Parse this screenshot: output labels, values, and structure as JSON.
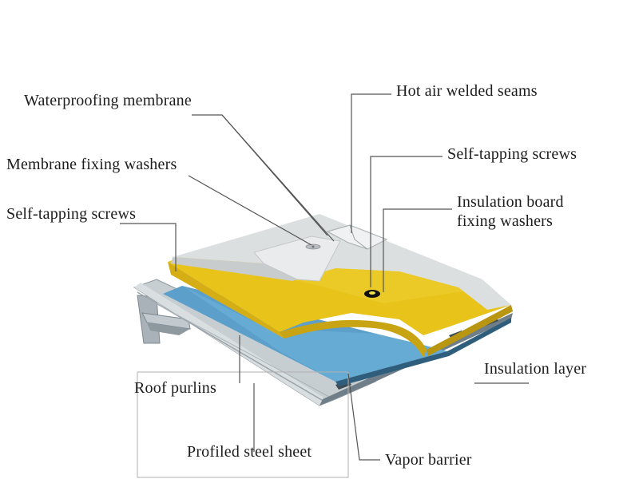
{
  "labels": {
    "waterproofing_membrane": "Waterproofing membrane",
    "membrane_fixing_washers": "Membrane fixing washers",
    "self_tapping_screws_left": "Self-tapping screws",
    "hot_air_welded_seams": "Hot air welded seams",
    "self_tapping_screws_right": "Self-tapping screws",
    "insulation_board_fixing_washers_line1": "Insulation board",
    "insulation_board_fixing_washers_line2": "fixing washers",
    "insulation_layer": "Insulation layer",
    "roof_purlins": "Roof purlins",
    "profiled_steel_sheet": "Profiled steel sheet",
    "vapor_barrier": "Vapor barrier"
  },
  "colors": {
    "membrane": "#dcdfe0",
    "insulation": "#e8c41a",
    "insulation_edge": "#c9a412",
    "vapor_barrier": "#5b9fca",
    "steel": "#b9c1c6",
    "steel_dark": "#5f6f7a",
    "leader": "#555555"
  }
}
